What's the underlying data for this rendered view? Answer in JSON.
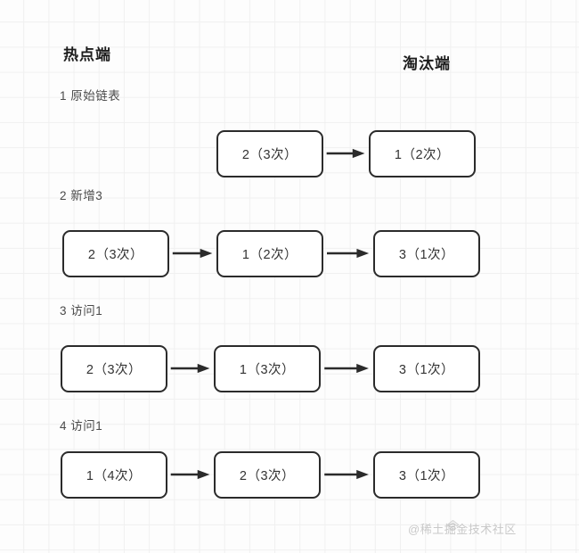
{
  "headers": {
    "left": "热点端",
    "right": "淘汰端"
  },
  "steps": [
    {
      "label": "1 原始链表",
      "nodes": [
        "2（3次）",
        "1（2次）"
      ],
      "slots": [
        1,
        2
      ]
    },
    {
      "label": "2 新增3",
      "nodes": [
        "2（3次）",
        "1（2次）",
        "3（1次）"
      ],
      "slots": [
        0,
        1,
        2
      ]
    },
    {
      "label": "3 访问1",
      "nodes": [
        "2（3次）",
        "1（3次）",
        "3（1次）"
      ],
      "slots": [
        0,
        1,
        2
      ]
    },
    {
      "label": "4 访问1",
      "nodes": [
        "1（4次）",
        "2（3次）",
        "3（1次）"
      ],
      "slots": [
        0,
        1,
        2
      ]
    }
  ],
  "watermark": {
    "text": "@稀土掘金技术社区",
    "logo_icon": "juejin-logo-icon"
  },
  "colors": {
    "node_border": "#2b2b2b",
    "node_text": "#333333",
    "arrow": "#2b2b2b",
    "grid_line": "#f0f0f0",
    "background": "#fdfdfd",
    "header_text": "#1d1d1d",
    "label_text": "#4a4a4a",
    "watermark_text": "#c9c9c9"
  }
}
